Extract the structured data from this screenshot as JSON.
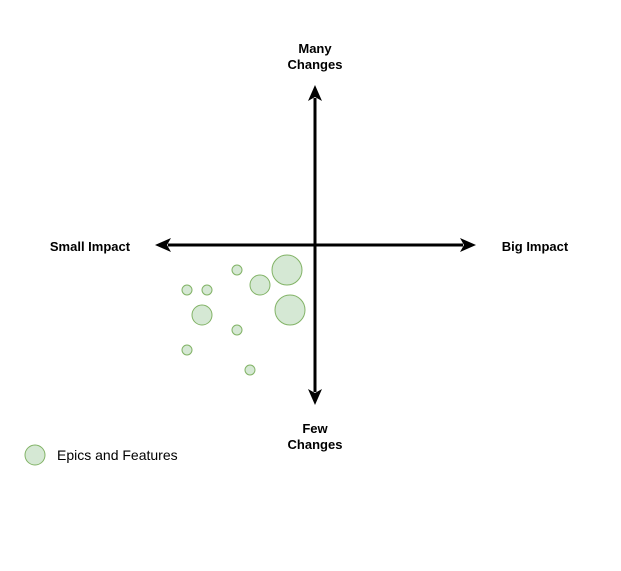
{
  "axes": {
    "top_label": [
      "Many",
      "Changes"
    ],
    "bottom_label": [
      "Few",
      "Changes"
    ],
    "left_label": "Small Impact",
    "right_label": "Big Impact"
  },
  "bubble_style": {
    "fill": "#d5e8d4",
    "stroke": "#82b366"
  },
  "legend": {
    "label": "Epics and Features"
  }
}
